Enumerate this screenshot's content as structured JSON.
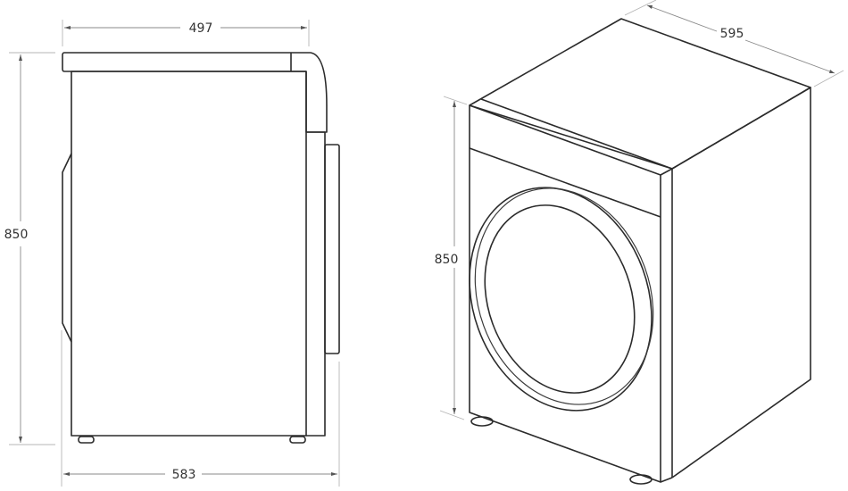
{
  "diagram": {
    "type": "technical-dimension-drawing",
    "subject": "washing machine",
    "units": "mm",
    "views": [
      {
        "name": "side-view",
        "dimensions": {
          "depth_top": "497",
          "height": "850",
          "depth_total": "583"
        }
      },
      {
        "name": "isometric-view",
        "dimensions": {
          "width": "595",
          "height": "850"
        }
      }
    ],
    "colors": {
      "line": "#2b2b2b",
      "dimension_line": "#8a8a8a",
      "background": "#ffffff"
    }
  }
}
